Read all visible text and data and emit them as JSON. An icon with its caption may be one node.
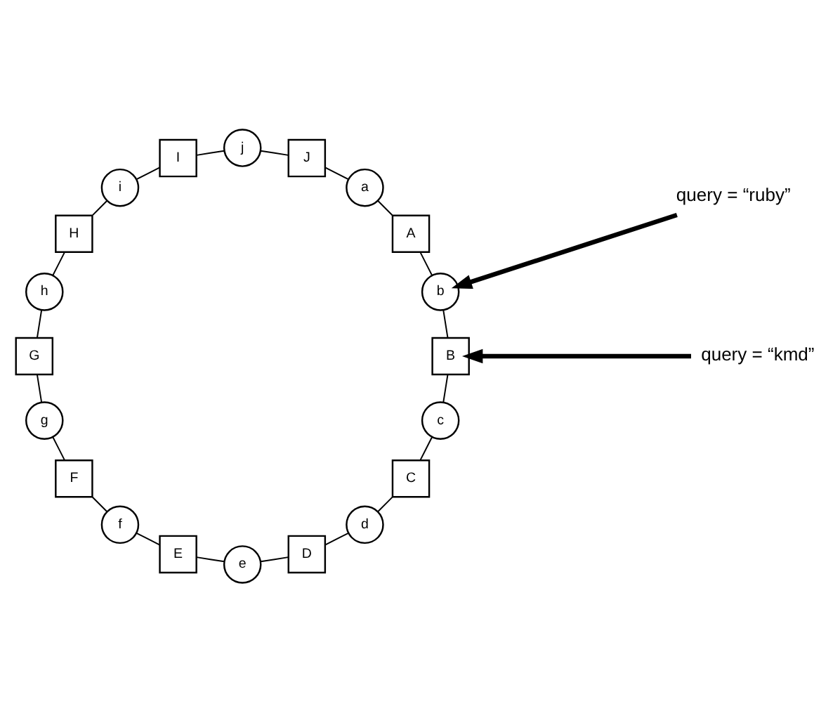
{
  "diagram": {
    "nodes": [
      {
        "text": [
          "a"
        ]
      },
      {
        "text": [
          "A"
        ]
      },
      {
        "text": [
          "b"
        ]
      },
      {
        "text": [
          "B"
        ]
      },
      {
        "text": [
          "c"
        ]
      },
      {
        "text": [
          "C"
        ]
      },
      {
        "text": [
          "d"
        ]
      },
      {
        "text": [
          "D"
        ]
      },
      {
        "text": [
          "e"
        ]
      },
      {
        "text": [
          "E"
        ]
      },
      {
        "text": [
          "f"
        ]
      },
      {
        "text": [
          "F"
        ]
      },
      {
        "text": [
          "g"
        ]
      },
      {
        "text": [
          "G"
        ]
      },
      {
        "text": [
          "h"
        ]
      },
      {
        "text": [
          "H"
        ]
      },
      {
        "text": [
          "i"
        ]
      },
      {
        "text": [
          "I"
        ]
      },
      {
        "text": [
          "j"
        ]
      },
      {
        "text": [
          "J"
        ]
      },
      {
        "text": [
          "query = “ruby”"
        ]
      },
      {
        "text": [
          "query = “kmd”"
        ]
      }
    ],
    "edges": [
      {
        "from": 0,
        "to": 1,
        "arrow": "none"
      },
      {
        "from": 1,
        "to": 2,
        "arrow": "none"
      },
      {
        "from": 2,
        "to": 3,
        "arrow": "none"
      },
      {
        "from": 3,
        "to": 4,
        "arrow": "none"
      },
      {
        "from": 4,
        "to": 5,
        "arrow": "none"
      },
      {
        "from": 5,
        "to": 6,
        "arrow": "none"
      },
      {
        "from": 6,
        "to": 7,
        "arrow": "none"
      },
      {
        "from": 7,
        "to": 8,
        "arrow": "none"
      },
      {
        "from": 8,
        "to": 9,
        "arrow": "none"
      },
      {
        "from": 9,
        "to": 10,
        "arrow": "none"
      },
      {
        "from": 10,
        "to": 11,
        "arrow": "none"
      },
      {
        "from": 11,
        "to": 12,
        "arrow": "none"
      },
      {
        "from": 12,
        "to": 13,
        "arrow": "none"
      },
      {
        "from": 13,
        "to": 14,
        "arrow": "none"
      },
      {
        "from": 14,
        "to": 15,
        "arrow": "none"
      },
      {
        "from": 15,
        "to": 16,
        "arrow": "none"
      },
      {
        "from": 16,
        "to": 17,
        "arrow": "none"
      },
      {
        "from": 17,
        "to": 18,
        "arrow": "none"
      },
      {
        "from": 18,
        "to": 19,
        "arrow": "none"
      },
      {
        "from": 19,
        "to": 0,
        "arrow": "none"
      },
      {
        "from": 20,
        "to": 2,
        "arrow": "to",
        "style": "thick"
      },
      {
        "from": 21,
        "to": 3,
        "arrow": "to",
        "style": "thick"
      }
    ]
  }
}
